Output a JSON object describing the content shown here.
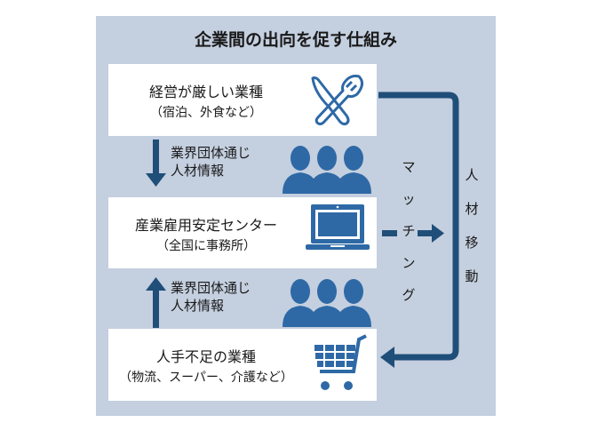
{
  "title": "企業間の出向を促す仕組み",
  "boxes": [
    {
      "main": "経営が厳しい業種",
      "sub": "（宿泊、外食など）",
      "icon": "fork-knife-icon"
    },
    {
      "main": "産業雇用安定センター",
      "sub": "（全国に事務所）",
      "icon": "laptop-icon"
    },
    {
      "main": "人手不足の業種",
      "sub": "（物流、スーパー、介護など）",
      "icon": "shopping-cart-icon"
    }
  ],
  "info_top": {
    "line1": "業界団体通じ",
    "line2": "人材情報"
  },
  "info_bottom": {
    "line1": "業界団体通じ",
    "line2": "人材情報"
  },
  "matching": [
    "マ",
    "ッ",
    "チ",
    "ン",
    "グ"
  ],
  "transfer": [
    "人",
    "材",
    "移",
    "動"
  ],
  "colors": {
    "panel": "#c4cfdf",
    "arrow": "#1f4e79",
    "icon": "#2e69a6"
  }
}
